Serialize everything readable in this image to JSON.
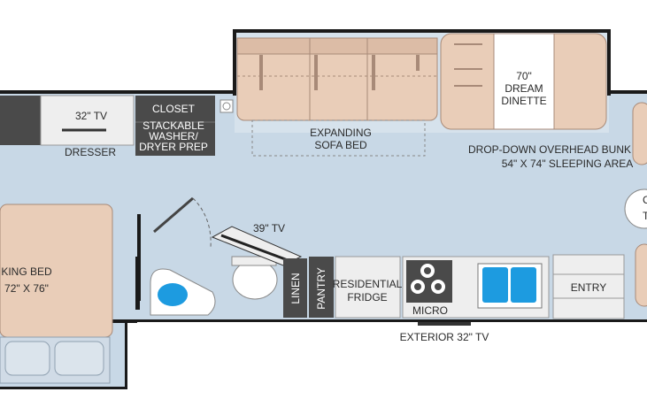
{
  "labels": {
    "closet": "CLOSET",
    "washer_1": "STACKABLE",
    "washer_2": "WASHER/",
    "washer_3": "DRYER PREP",
    "tv_dresser": "32\" TV",
    "dresser": "DRESSER",
    "sofa_1": "EXPANDING",
    "sofa_2": "SOFA BED",
    "dinette_1": "70\"",
    "dinette_2": "DREAM",
    "dinette_3": "DINETTE",
    "bunk_1": "DROP-DOWN OVERHEAD BUNK",
    "bunk_2": "54\" X 74\" SLEEPING AREA",
    "tv_39": "39\" TV",
    "king_1": "KING BED",
    "king_2": "72\" X 76\"",
    "linen": "LINEN",
    "pantry": "PANTRY",
    "fridge_1": "RESIDENTIAL",
    "fridge_2": "FRIDGE",
    "micro": "MICRO",
    "entry": "ENTRY",
    "exterior_tv": "EXTERIOR 32\" TV",
    "cut_1": "C",
    "cut_2": "T"
  },
  "colors": {
    "floor": "#c8d8e6",
    "wall": "#1a1a1a",
    "furniture": "#e9cdb8",
    "furniture_stroke": "#a88a78",
    "cabinet_dark": "#4a4a4a",
    "counter": "#eeeeee",
    "sink_blue": "#1d9be0",
    "pillow": "#d0dbe6"
  }
}
